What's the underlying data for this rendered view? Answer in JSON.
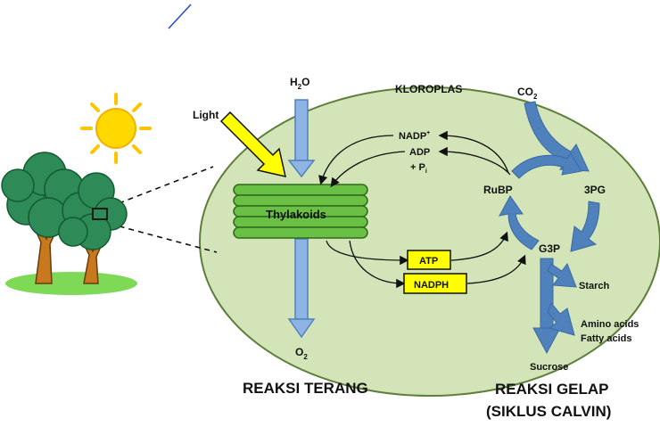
{
  "colors": {
    "chloroplast_fill": "#d3e5b8",
    "chloroplast_stroke": "#5e7f3b",
    "thylakoid_fill": "#6abf45",
    "thylakoid_stroke": "#2f6b1a",
    "arrow_blue": "#4f81bd",
    "arrow_blue_light": "#8fb4e3",
    "box_yellow": "#ffff00",
    "sun_yellow": "#ffd800",
    "tree_green": "#2e8b57",
    "trunk_orange": "#c8781e",
    "ground_green": "#7ed957"
  },
  "icons": [
    "sun-icon",
    "tree-icon",
    "light-arrow-icon"
  ],
  "labels": {
    "h2o_main": "H",
    "h2o_sub": "2",
    "h2o_end": "O",
    "o2_main": "O",
    "o2_sub": "2",
    "co2_main": "CO",
    "co2_sub": "2",
    "kloroplas": "KLOROPLAS",
    "light": "Light",
    "thylakoids": "Thylakoids",
    "nadp_main": "NADP",
    "nadp_sup": "+",
    "adp": "ADP",
    "pi_main": "+ P",
    "pi_sub": "i",
    "atp": "ATP",
    "nadph": "NADPH",
    "rubp": "RuBP",
    "pg3": "3PG",
    "g3p": "G3P",
    "starch": "Starch",
    "amino_acids": "Amino acids",
    "fatty_acids": "Fatty acids",
    "sucrose": "Sucrose",
    "light_reaction_title": "REAKSI TERANG",
    "dark_reaction_title_1": "REAKSI GELAP",
    "dark_reaction_title_2": "(SIKLUS CALVIN)"
  }
}
